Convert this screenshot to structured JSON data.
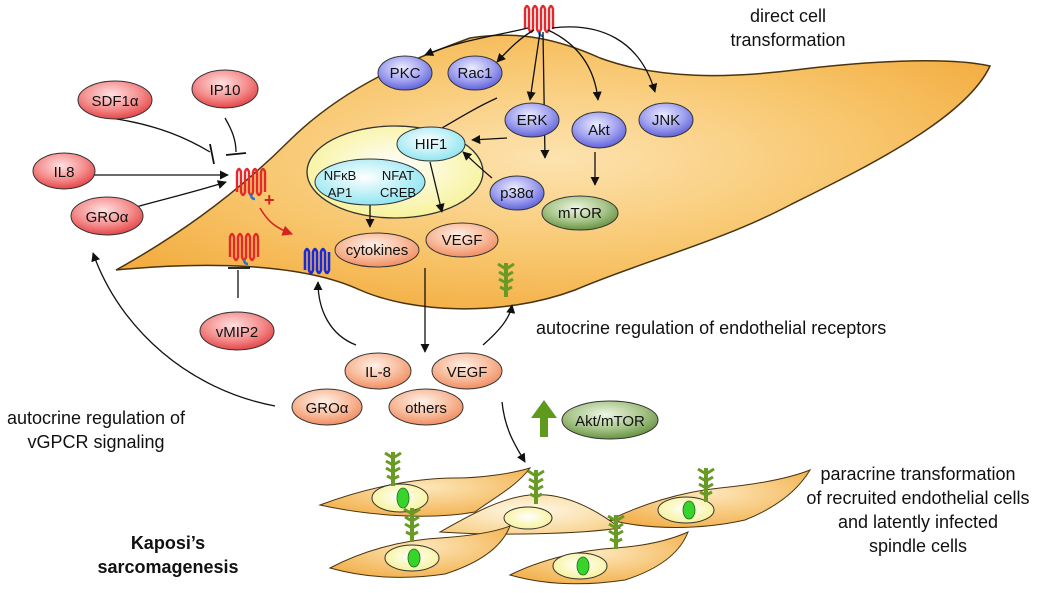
{
  "captions": {
    "direct_line1": "direct cell",
    "direct_line2": "transformation",
    "autocrine_endothelial": "autocrine regulation of endothelial receptors",
    "autocrine_vgpcr_line1": "autocrine regulation of",
    "autocrine_vgpcr_line2": "vGPCR signaling",
    "paracrine_line1": "paracrine transformation",
    "paracrine_line2": "of recruited endothelial cells",
    "paracrine_line3": "and latently infected",
    "paracrine_line4": "spindle cells",
    "kaposi_line1": "Kaposi’s",
    "kaposi_line2": "sarcomagenesis",
    "plus_sign": "+"
  },
  "ligands": {
    "sdf1a": "SDF1α",
    "ip10": "IP10",
    "il8": "IL8",
    "groa": "GROα",
    "vmip2": "vMIP2"
  },
  "signaling": {
    "pkc": "PKC",
    "rac1": "Rac1",
    "erk": "ERK",
    "akt": "Akt",
    "jnk": "JNK",
    "hif1": "HIF1",
    "p38a": "p38α",
    "mtor": "mTOR",
    "tf_nfkb": "NFκB",
    "tf_nfat": "NFAT",
    "tf_ap1": "AP1",
    "tf_creb": "CREB",
    "cytokines": "cytokines",
    "vegf_inner": "VEGF"
  },
  "secreted": {
    "il8": "IL-8",
    "vegf": "VEGF",
    "groa": "GROα",
    "others": "others",
    "akt_mtor": "Akt/mTOR"
  },
  "colors": {
    "cell_fill": "#f6b64e",
    "red_node": "#e9474b",
    "blue_node": "#5d5ed6",
    "green_node": "#5f8a3a",
    "salmon_node": "#f29067",
    "receptor_red": "#e4292a",
    "receptor_blue": "#1b2ad6",
    "receptor_green": "#6a9a26"
  }
}
